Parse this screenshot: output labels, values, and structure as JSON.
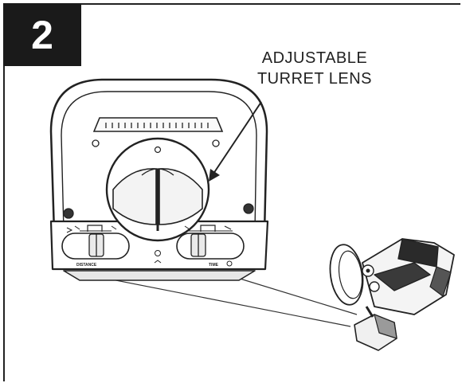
{
  "step": {
    "number": "2"
  },
  "callout": {
    "line1": "ADJUSTABLE",
    "line2": "TURRET LENS"
  },
  "panel_labels": {
    "distance": "DISTANCE",
    "time": "TIME"
  },
  "colors": {
    "ink": "#222222",
    "badge_background": "#1a1a1a",
    "badge_text": "#ffffff",
    "paper": "#ffffff"
  }
}
